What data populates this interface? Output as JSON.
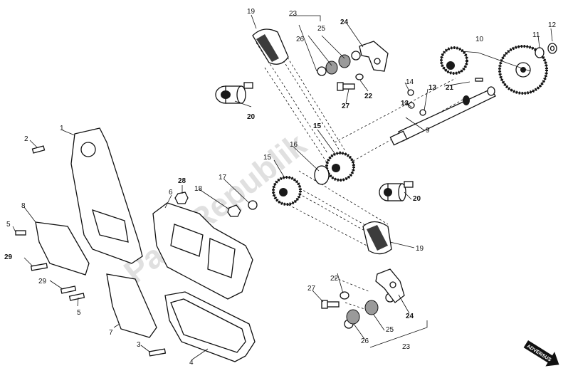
{
  "watermark": "PartsRepublik",
  "direction_stamp": "ADVERSUS",
  "labels": [
    {
      "id": "l1",
      "text": "1"
    },
    {
      "id": "l2",
      "text": "2"
    },
    {
      "id": "l3",
      "text": "3"
    },
    {
      "id": "l4",
      "text": "4"
    },
    {
      "id": "l5a",
      "text": "5"
    },
    {
      "id": "l5b",
      "text": "5"
    },
    {
      "id": "l6",
      "text": "6"
    },
    {
      "id": "l7",
      "text": "7"
    },
    {
      "id": "l8",
      "text": "8"
    },
    {
      "id": "l9",
      "text": "9"
    },
    {
      "id": "l10",
      "text": "10"
    },
    {
      "id": "l11",
      "text": "11"
    },
    {
      "id": "l12",
      "text": "12"
    },
    {
      "id": "l13a",
      "text": "13"
    },
    {
      "id": "l13b",
      "text": "13"
    },
    {
      "id": "l14",
      "text": "14"
    },
    {
      "id": "l15a",
      "text": "15"
    },
    {
      "id": "l15b",
      "text": "15"
    },
    {
      "id": "l16",
      "text": "16"
    },
    {
      "id": "l17",
      "text": "17"
    },
    {
      "id": "l18",
      "text": "18"
    },
    {
      "id": "l19a",
      "text": "19"
    },
    {
      "id": "l19b",
      "text": "19"
    },
    {
      "id": "l20a",
      "text": "20"
    },
    {
      "id": "l20b",
      "text": "20"
    },
    {
      "id": "l21",
      "text": "21"
    },
    {
      "id": "l22a",
      "text": "22"
    },
    {
      "id": "l22b",
      "text": "22"
    },
    {
      "id": "l23a",
      "text": "23"
    },
    {
      "id": "l23b",
      "text": "23"
    },
    {
      "id": "l24a",
      "text": "24"
    },
    {
      "id": "l24b",
      "text": "24"
    },
    {
      "id": "l25a",
      "text": "25"
    },
    {
      "id": "l25b",
      "text": "25"
    },
    {
      "id": "l26a",
      "text": "26"
    },
    {
      "id": "l26b",
      "text": "26"
    },
    {
      "id": "l27a",
      "text": "27"
    },
    {
      "id": "l27b",
      "text": "27"
    },
    {
      "id": "l28",
      "text": "28"
    },
    {
      "id": "l29a",
      "text": "29"
    },
    {
      "id": "l29b",
      "text": "29"
    }
  ]
}
